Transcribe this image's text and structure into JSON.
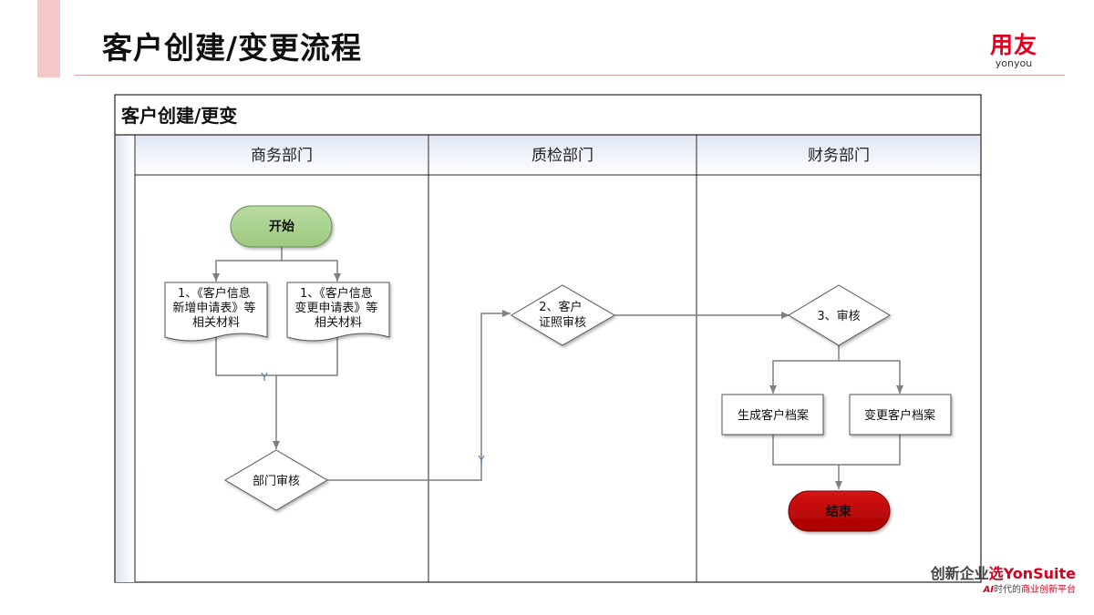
{
  "title": "客户创建/变更流程",
  "logo": {
    "mark": "用友",
    "sub": "yonyou"
  },
  "diagram": {
    "heading": "客户创建/更变",
    "lanes": [
      "商务部门",
      "质检部门",
      "财务部门"
    ],
    "nodes": {
      "start": "开始",
      "doc_new": [
        "1、《客户信息",
        "新增申请表》等",
        "相关材料"
      ],
      "doc_change": [
        "1、《客户信息",
        "变更申请表》等",
        "相关材料"
      ],
      "dept_review": "部门审核",
      "license_review": [
        "2、客户",
        "证照审核"
      ],
      "audit": "3、审核",
      "create_profile": "生成客户档案",
      "change_profile": "变更客户档案",
      "end": "结束"
    },
    "edge_labels": {
      "y1": "Y",
      "y2": "Y"
    }
  },
  "footer": {
    "line1_prefix": "创新企业",
    "line1_highlight": "选YonSuite",
    "line2_ai": "AI",
    "line2_mid": "时代的",
    "line2_highlight": "商业创新平台"
  },
  "colors": {
    "brand": "#e1001f",
    "start_fill": "#a9d18e",
    "end_fill": "#c00000"
  }
}
